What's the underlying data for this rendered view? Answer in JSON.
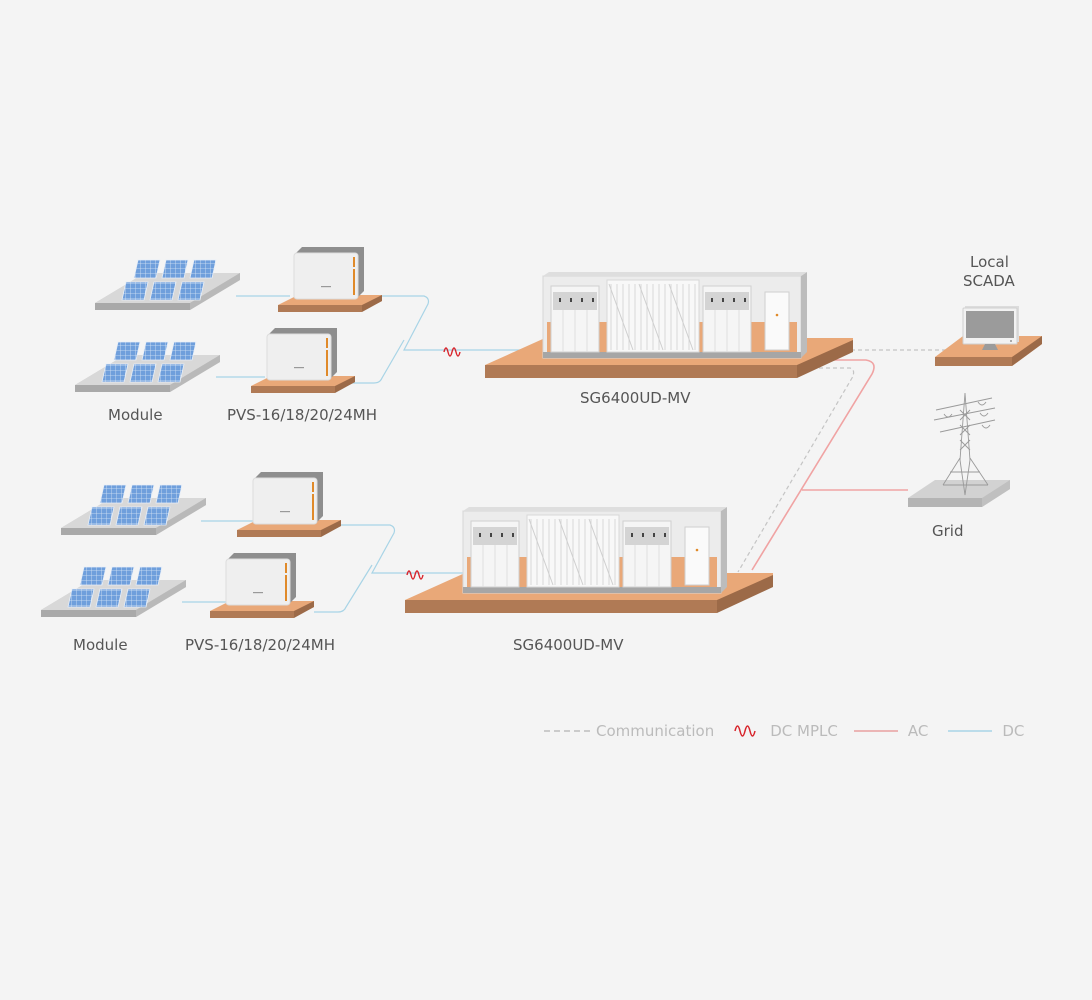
{
  "labels": {
    "module_top": "Module",
    "inverter_top": "PVS-16/18/20/24MH",
    "station_top": "SG6400UD-MV",
    "module_bottom": "Module",
    "inverter_bottom": "PVS-16/18/20/24MH",
    "station_bottom": "SG6400UD-MV",
    "scada": "Local\nSCADA",
    "scada_line1": "Local",
    "scada_line2": "SCADA",
    "grid": "Grid"
  },
  "legend": {
    "items": [
      {
        "name": "Communication",
        "style": "dashed",
        "color": "#bdbdbd"
      },
      {
        "name": "DC MPLC",
        "style": "wave",
        "color": "#d8232a"
      },
      {
        "name": "AC",
        "style": "solid",
        "color": "#e8a0a0"
      },
      {
        "name": "DC",
        "style": "solid",
        "color": "#a8d4e6"
      }
    ]
  },
  "colors": {
    "background": "#f4f4f4",
    "platform": "#e9a878",
    "platform_side": "#b07a55",
    "solar_panel": "#7aa8e0",
    "base_gray": "#c8c8c8",
    "ac_line": "#f0a3a3",
    "dc_line": "#a8d4e6",
    "mplc": "#d8232a",
    "comm": "#bdbdbd",
    "inverter_accent": "#e08a2a"
  }
}
